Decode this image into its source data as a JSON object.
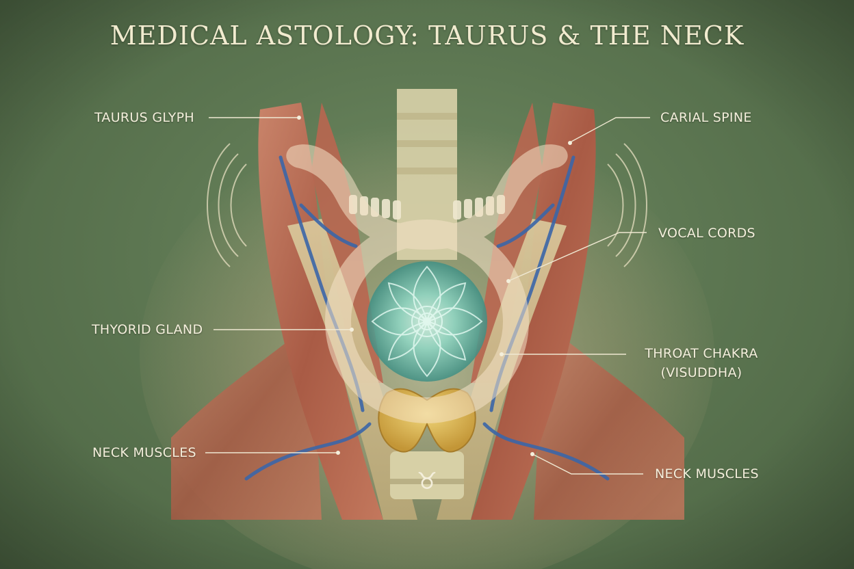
{
  "title": "MEDICAL ASTOLOGY: TAURUS & THE NECK",
  "labels": {
    "taurus_glyph": "TAURUS GLYPH",
    "carial_spine": "CARIAL SPINE",
    "vocal_cords": "VOCAL CORDS",
    "thyorid_gland": "THYORID GLAND",
    "throat_chakra_line1": "THROAT CHAKRA",
    "throat_chakra_line2": "(VISUDDHA)",
    "neck_muscles_left": "NECK MUSCLES",
    "neck_muscles_right": "NECK MUSCLES"
  },
  "symbols": {
    "taurus_small": "♉"
  },
  "colors": {
    "background": "#5d7752",
    "muscle": "#b76a52",
    "vein": "#3b66a8",
    "thyroid": "#d7b24e",
    "chakra": "#8fd8c6",
    "label_line": "#efe8d2"
  }
}
